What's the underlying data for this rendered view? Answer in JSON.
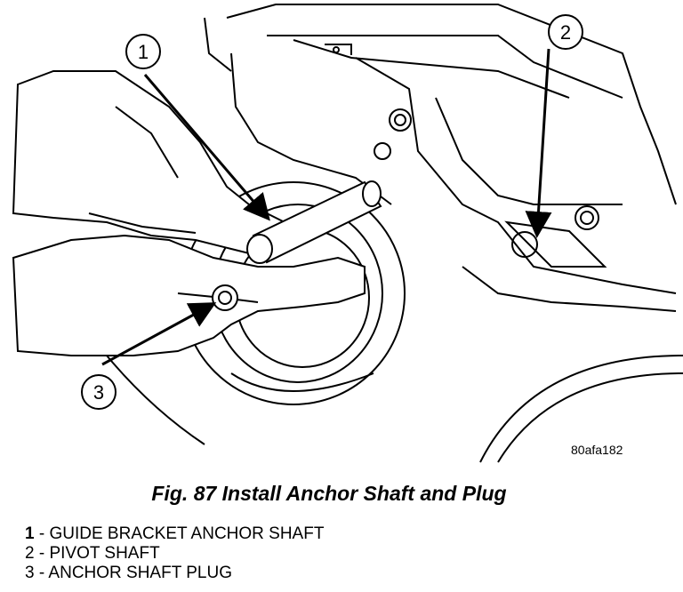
{
  "figure": {
    "callouts": [
      {
        "id": "callout-1",
        "number": "1"
      },
      {
        "id": "callout-2",
        "number": "2"
      },
      {
        "id": "callout-3",
        "number": "3"
      }
    ],
    "reference_id": "80afa182"
  },
  "caption": "Fig. 87 Install Anchor Shaft and Plug",
  "legend": [
    {
      "number": "1",
      "separator": " - ",
      "label": "GUIDE BRACKET ANCHOR SHAFT"
    },
    {
      "number": "2",
      "separator": " - ",
      "label": "PIVOT SHAFT"
    },
    {
      "number": "3",
      "separator": " - ",
      "label": "ANCHOR SHAFT PLUG"
    }
  ]
}
